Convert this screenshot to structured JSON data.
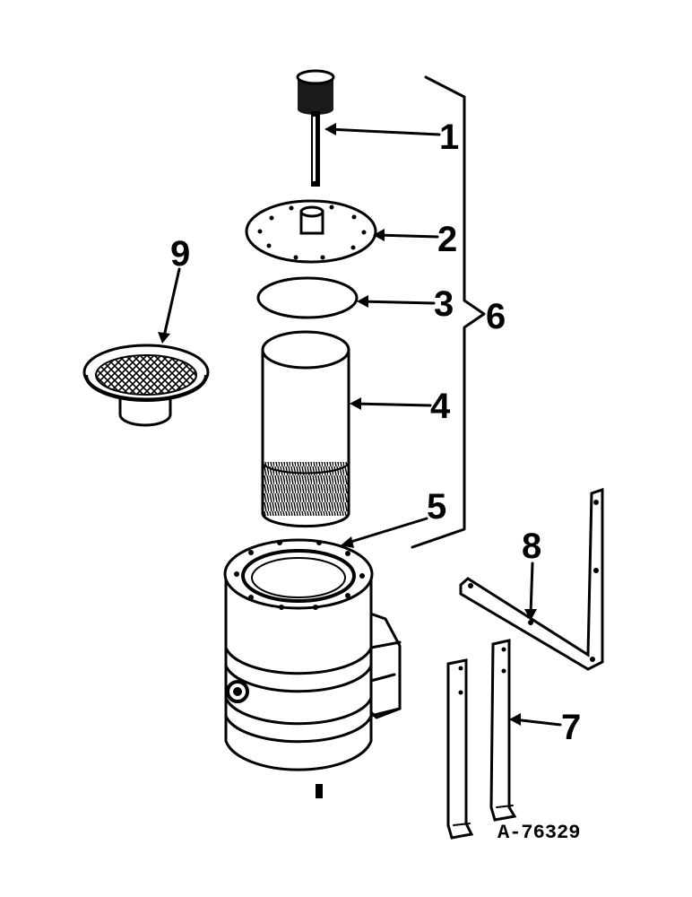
{
  "callouts": {
    "c1": "1",
    "c2": "2",
    "c3": "3",
    "c4": "4",
    "c5": "5",
    "c6": "6",
    "c7": "7",
    "c8": "8",
    "c9": "9"
  },
  "drawing_number": "A-76329",
  "colors": {
    "ink": "#000000",
    "paper": "#ffffff"
  }
}
